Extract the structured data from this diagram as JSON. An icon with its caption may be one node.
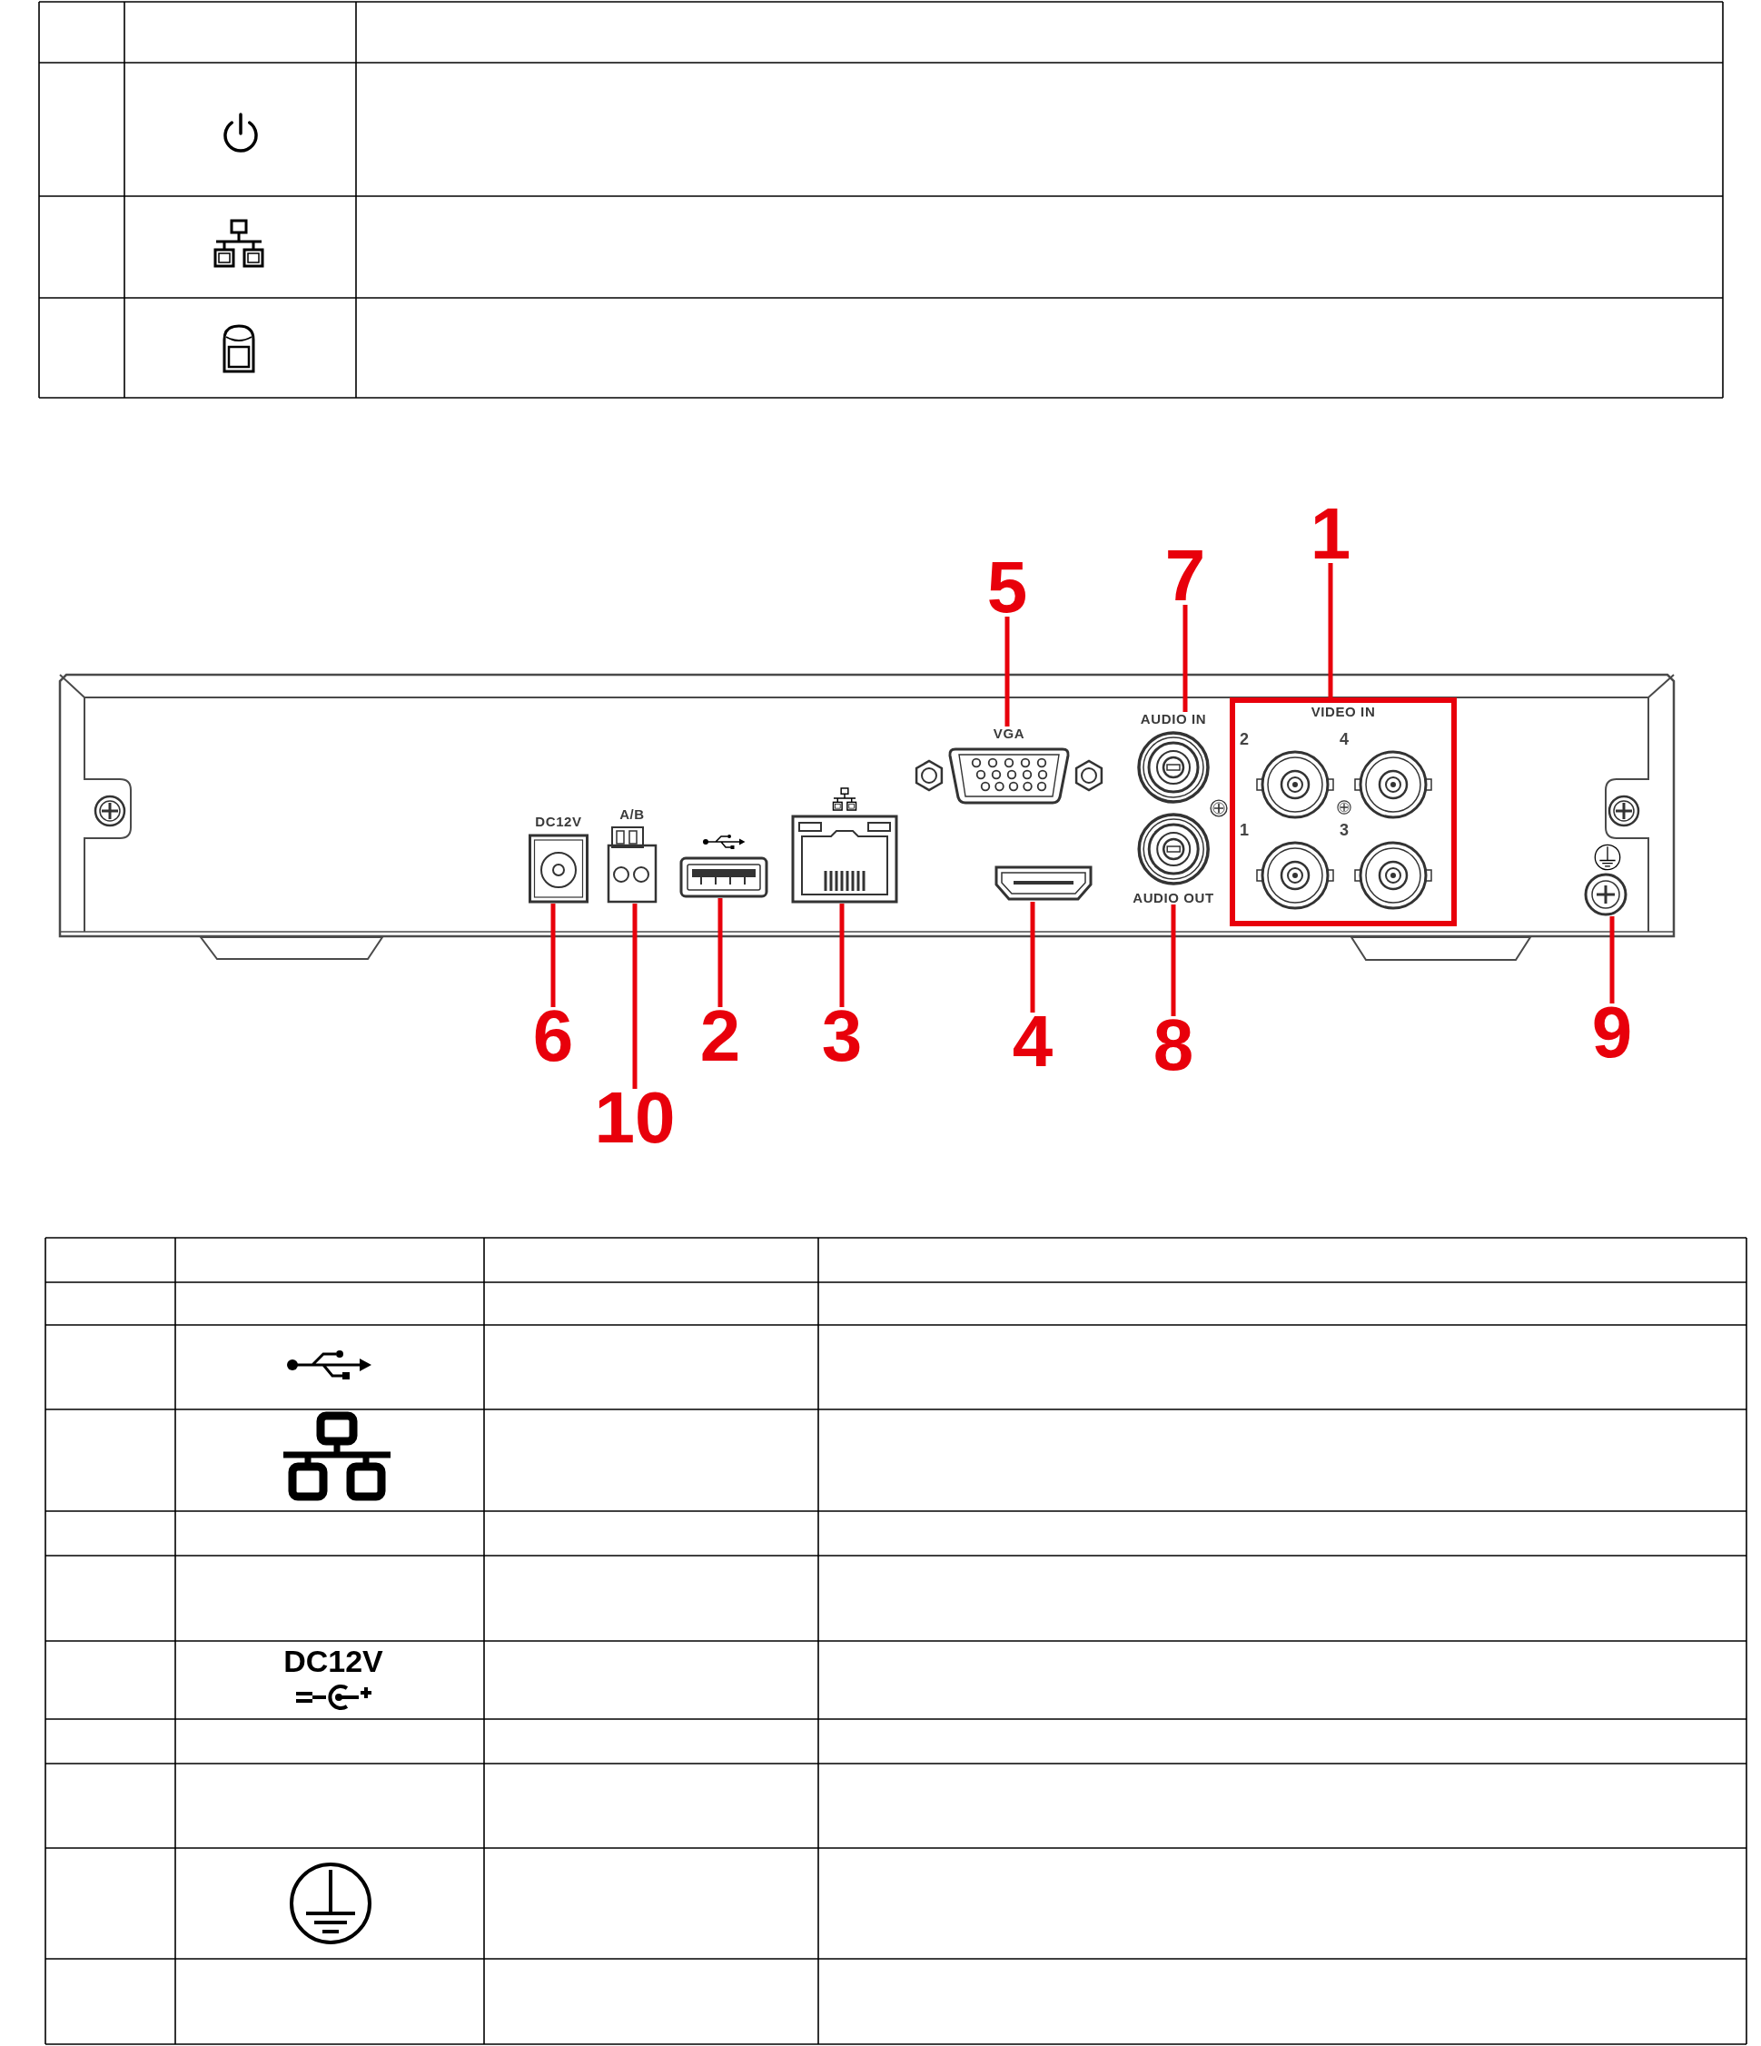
{
  "diagram": {
    "nodes": [
      {
        "text": [
          "1"
        ]
      },
      {
        "text": [
          "7"
        ]
      },
      {
        "text": [
          "5"
        ]
      },
      {
        "text": [
          "VIDEO IN"
        ]
      },
      {
        "text": [],
        "shape": "picture",
        "beside": [
          "VGA"
        ]
      },
      {
        "text": [],
        "shape": "picture",
        "beside": [
          "AUDIO IN"
        ]
      },
      {
        "text": [],
        "shape": "picture",
        "beside": [
          "DC12V"
        ]
      },
      {
        "text": [],
        "shape": "picture",
        "beside": [
          "A/B"
        ]
      },
      {
        "text": [],
        "shape": "picture"
      },
      {
        "text": [],
        "shape": "picture"
      },
      {
        "text": [],
        "shape": "picture"
      },
      {
        "text": [],
        "shape": "picture",
        "beside": [
          "AUDIO OUT"
        ]
      },
      {
        "text": [],
        "shape": "picture"
      },
      {
        "text": [
          "6"
        ]
      },
      {
        "text": [
          "2"
        ]
      },
      {
        "text": [
          "3"
        ]
      },
      {
        "text": [
          "4"
        ]
      },
      {
        "text": [
          "8"
        ]
      },
      {
        "text": [
          "9"
        ]
      },
      {
        "text": [
          "10"
        ]
      }
    ],
    "edges": [
      {
        "from": 0,
        "to": 3,
        "arrow": "none"
      },
      {
        "from": 14,
        "to": 8,
        "arrow": "none"
      },
      {
        "from": 15,
        "to": 9,
        "arrow": "none"
      },
      {
        "from": 16,
        "to": 10,
        "arrow": "none"
      },
      {
        "from": 2,
        "to": 4,
        "arrow": "none"
      },
      {
        "from": 13,
        "to": 6,
        "arrow": "none"
      },
      {
        "from": 1,
        "to": 5,
        "arrow": "none"
      },
      {
        "from": 17,
        "to": 11,
        "arrow": "none"
      },
      {
        "from": 18,
        "to": 12,
        "arrow": "none"
      },
      {
        "from": 19,
        "to": 7,
        "arrow": "none"
      }
    ],
    "labels": [
      "2",
      "4",
      "1",
      "3",
      "DC12V"
    ]
  }
}
